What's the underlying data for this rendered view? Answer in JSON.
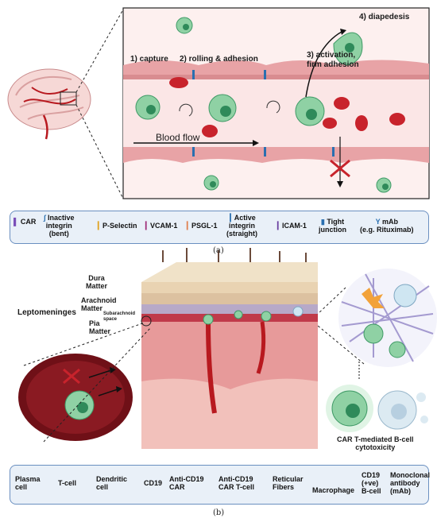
{
  "panel_a": {
    "steps": {
      "capture": "1) capture",
      "rolling": "2) rolling & adhesion",
      "activation_l1": "3) activation,",
      "activation_l2": "firm adhesion",
      "diapedesis": "4) diapedesis"
    },
    "blood_flow": "Blood flow",
    "legend": [
      {
        "icon": "car-icon",
        "label": "CAR"
      },
      {
        "icon": "inactive-integrin-icon",
        "label": "Inactive\nintegrin\n(bent)"
      },
      {
        "icon": "p-selectin-icon",
        "label": "P-Selectin"
      },
      {
        "icon": "vcam-icon",
        "label": "VCAM-1"
      },
      {
        "icon": "psgl-icon",
        "label": "PSGL-1"
      },
      {
        "icon": "active-integrin-icon",
        "label": "Active\nintegrin\n(straight)"
      },
      {
        "icon": "icam-icon",
        "label": "ICAM-1"
      },
      {
        "icon": "tight-junction-icon",
        "label": "Tight\njunction"
      },
      {
        "icon": "mab-icon",
        "label": "mAb\n(e.g. Rituximab)"
      }
    ],
    "caption": "(a)"
  },
  "panel_b": {
    "layers": {
      "dura": "Dura\nMatter",
      "arachnoid": "Arachnoid\nMatter",
      "subarachnoid": "Subarachnoid\nspace",
      "pia": "Pia\nMatter",
      "leptomeninges": "Leptomeninges"
    },
    "cytotoxicity": "CAR T-mediated B-cell\ncytotoxicity",
    "legend": [
      {
        "icon": "plasma-cell-icon",
        "label": "Plasma\ncell"
      },
      {
        "icon": "t-cell-icon",
        "label": "T-cell"
      },
      {
        "icon": "dendritic-cell-icon",
        "label": "Dendritic\ncell"
      },
      {
        "icon": "cd19-icon",
        "label": "CD19"
      },
      {
        "icon": "anti-cd19-car-icon",
        "label": "Anti-CD19\nCAR"
      },
      {
        "icon": "car-t-cell-icon",
        "label": "Anti-CD19\nCAR T-cell"
      },
      {
        "icon": "reticular-fibers-icon",
        "label": "Reticular\nFibers"
      },
      {
        "icon": "macrophage-icon",
        "label": "Macrophage"
      },
      {
        "icon": "b-cell-icon",
        "label": "CD19\n(+ve)\nB-cell"
      },
      {
        "icon": "monoclonal-antibody-icon",
        "label": "Monoclonal\nantibody\n(mAb)"
      }
    ],
    "caption": "(b)"
  },
  "colors": {
    "vessel_wall": "#e8a3a6",
    "lumen": "#fbe6e6",
    "cell_green": "#8fd1a4",
    "nucleus": "#2f8a5a",
    "rbc": "#c8232c",
    "legend_border": "#6a8fc0",
    "legend_bg": "#e9f0f8"
  }
}
